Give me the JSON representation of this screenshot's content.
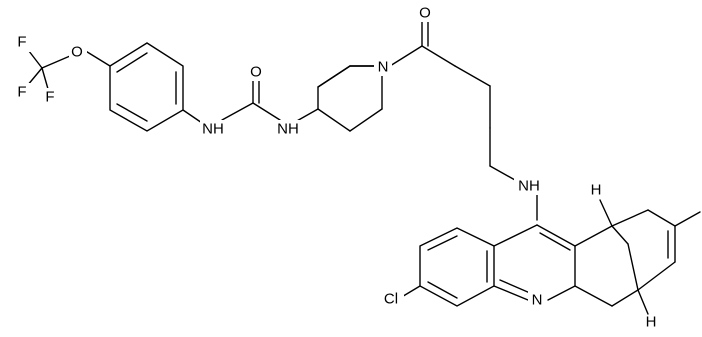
{
  "atoms": {
    "f1": "F",
    "f2": "F",
    "f3": "F",
    "o_ether": "O",
    "o_urea": "O",
    "nh_urea_left": "NH",
    "nh_urea_right": "NH",
    "n_piperidine": "N",
    "o_amide": "O",
    "nh_amine": "NH",
    "cl": "Cl",
    "n_acridine": "N",
    "h_top": "H",
    "h_bottom": "H"
  },
  "colors": {
    "bond": "#000000",
    "background": "#ffffff"
  }
}
